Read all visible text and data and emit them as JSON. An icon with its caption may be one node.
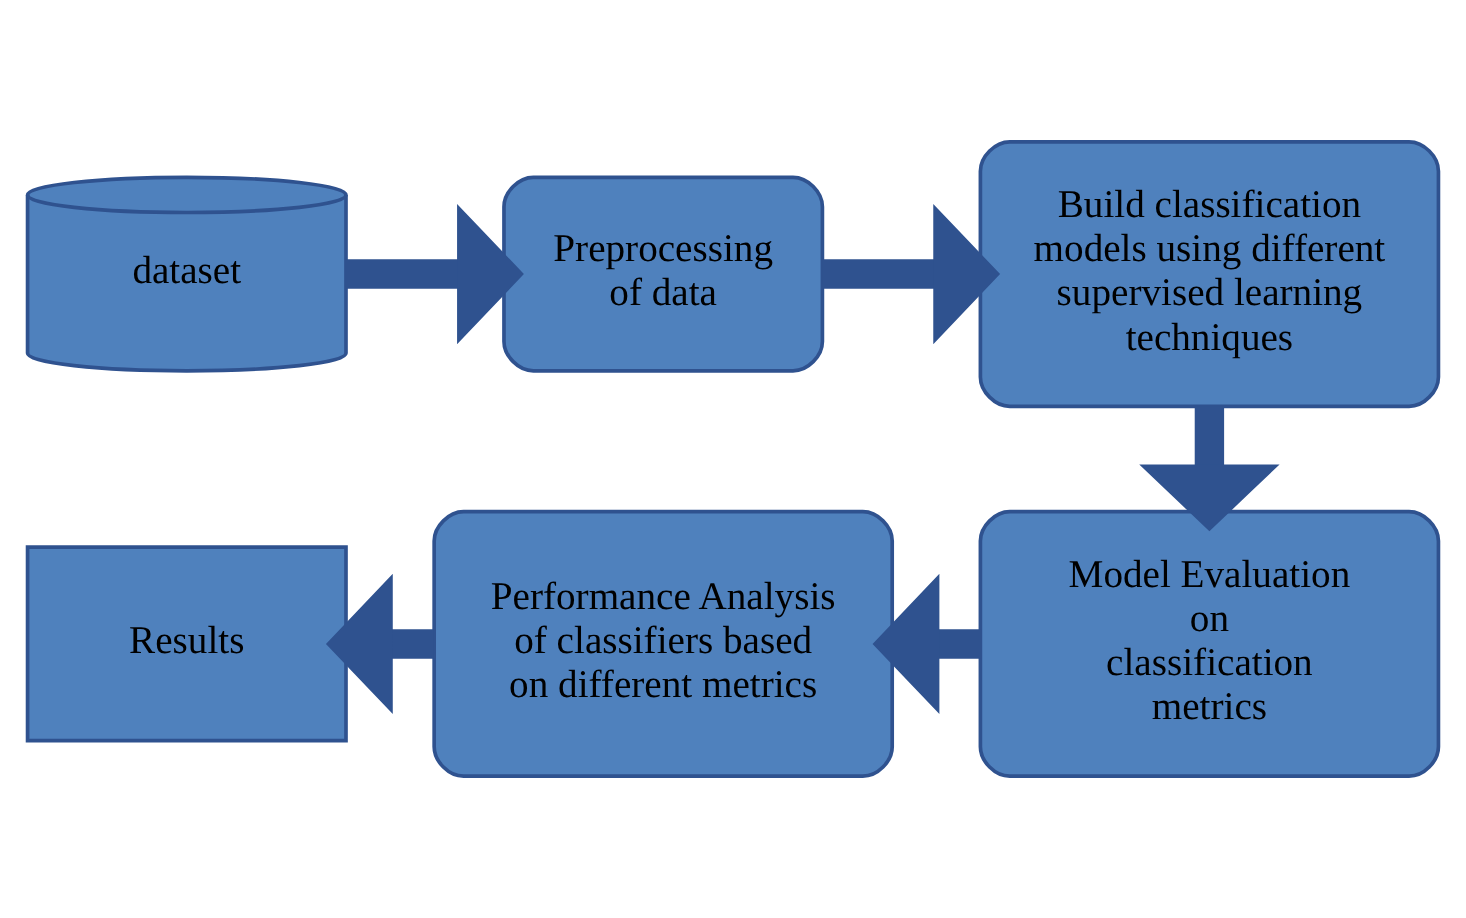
{
  "diagram": {
    "nodes": [
      {
        "text": [
          "dataset"
        ]
      },
      {
        "text": [
          "Preprocessing of data"
        ]
      },
      {
        "text": [
          "Build classification models using different supervised learning techniques"
        ]
      },
      {
        "text": [
          "Model Evaluation on classification metrics"
        ]
      },
      {
        "text": [
          "Performance Analysis of classifiers based on different metrics"
        ]
      },
      {
        "text": [
          "Results"
        ]
      }
    ],
    "edges": [
      {
        "from": 0,
        "to": 1,
        "arrow": "to"
      },
      {
        "from": 1,
        "to": 2,
        "arrow": "to"
      },
      {
        "from": 2,
        "to": 3,
        "arrow": "to"
      },
      {
        "from": 3,
        "to": 4,
        "arrow": "to"
      },
      {
        "from": 4,
        "to": 5,
        "arrow": "to"
      }
    ]
  }
}
